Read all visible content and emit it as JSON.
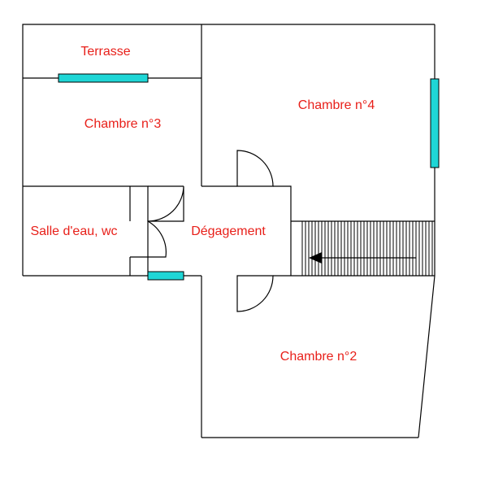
{
  "floor_plan": {
    "rooms": {
      "terrasse": "Terrasse",
      "chambre3": "Chambre n°3",
      "chambre4": "Chambre n°4",
      "salle_eau": "Salle d'eau, wc",
      "degagement": "Dégagement",
      "chambre2": "Chambre n°2"
    },
    "colors": {
      "label": "#e8201a",
      "window": "#1fd6d6",
      "wall": "#000000"
    }
  }
}
